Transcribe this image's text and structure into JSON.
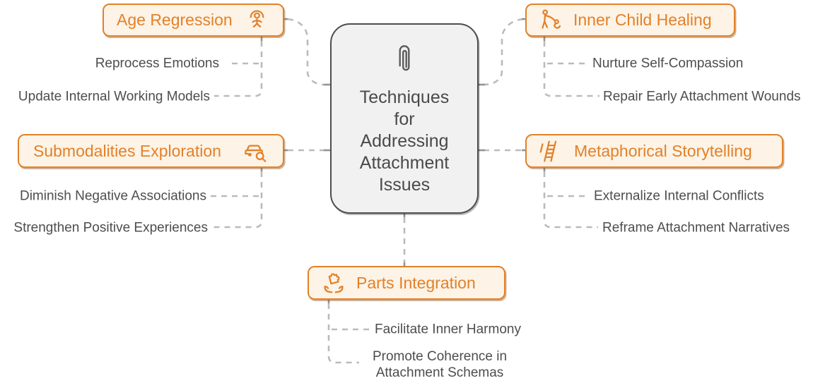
{
  "center": {
    "title": "Techniques for Addressing Attachment Issues",
    "lines": [
      "Techniques",
      "for",
      "Addressing",
      "Attachment",
      "Issues"
    ],
    "icon": "paperclip-icon"
  },
  "branches": [
    {
      "label": "Age Regression",
      "icon": "baby-icon",
      "position": "top-left",
      "subs": [
        "Reprocess Emotions",
        "Update Internal Working Models"
      ]
    },
    {
      "label": "Inner Child Healing",
      "icon": "helping-child-icon",
      "position": "top-right",
      "subs": [
        "Nurture Self-Compassion",
        "Repair Early Attachment Wounds"
      ]
    },
    {
      "label": "Submodalities Exploration",
      "icon": "car-search-icon",
      "position": "mid-left",
      "subs": [
        "Diminish Negative Associations",
        "Strengthen Positive Experiences"
      ]
    },
    {
      "label": "Metaphorical Storytelling",
      "icon": "ladder-icon",
      "position": "mid-right",
      "subs": [
        "Externalize Internal Conflicts",
        "Reframe Attachment Narratives"
      ]
    },
    {
      "label": "Parts Integration",
      "icon": "puzzle-hands-icon",
      "position": "bottom-center",
      "subs": [
        "Facilitate Inner Harmony",
        "Promote Coherence in Attachment Schemas"
      ]
    }
  ],
  "colors": {
    "accent": "#E2812A",
    "branch-fill": "#FDF3E6",
    "center-fill": "#F1F1F1",
    "center-border": "#4D4D4D",
    "text-gray": "#4D4D4D",
    "connector": "#BBBBBB"
  }
}
